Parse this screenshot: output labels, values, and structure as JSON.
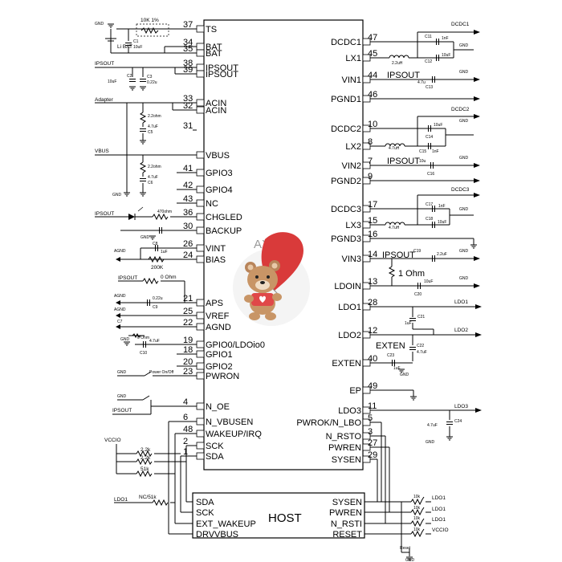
{
  "chip": {
    "name": "AXP192",
    "left_pins": [
      {
        "num": "37",
        "label": "TS"
      },
      {
        "num": "34",
        "label": "BAT"
      },
      {
        "num": "35",
        "label": "BAT"
      },
      {
        "num": "38",
        "label": "IPSOUT"
      },
      {
        "num": "39",
        "label": "IPSOUT"
      },
      {
        "num": "33",
        "label": "ACIN"
      },
      {
        "num": "32",
        "label": "ACIN"
      },
      {
        "num": "31",
        "label": ""
      },
      {
        "num": "",
        "label": "VBUS"
      },
      {
        "num": "41",
        "label": "GPIO3"
      },
      {
        "num": "42",
        "label": "GPIO4"
      },
      {
        "num": "43",
        "label": "NC"
      },
      {
        "num": "36",
        "label": "CHGLED"
      },
      {
        "num": "30",
        "label": "BACKUP"
      },
      {
        "num": "26",
        "label": "VINT"
      },
      {
        "num": "24",
        "label": "BIAS"
      },
      {
        "num": "21",
        "label": "APS"
      },
      {
        "num": "25",
        "label": "VREF"
      },
      {
        "num": "22",
        "label": "AGND"
      },
      {
        "num": "19",
        "label": "GPIO0/LDOio0"
      },
      {
        "num": "18",
        "label": "GPIO1"
      },
      {
        "num": "20",
        "label": "GPIO2"
      },
      {
        "num": "23",
        "label": "PWRON"
      },
      {
        "num": "4",
        "label": "N_OE"
      },
      {
        "num": "6",
        "label": "N_VBUSEN"
      },
      {
        "num": "48",
        "label": "WAKEUP/IRQ"
      },
      {
        "num": "2",
        "label": "SCK"
      },
      {
        "num": "1",
        "label": "SDA"
      }
    ],
    "right_pins": [
      {
        "num": "47",
        "label": "DCDC1"
      },
      {
        "num": "45",
        "label": "LX1"
      },
      {
        "num": "44",
        "label": "VIN1"
      },
      {
        "num": "46",
        "label": "PGND1"
      },
      {
        "num": "10",
        "label": "DCDC2"
      },
      {
        "num": "8",
        "label": "LX2"
      },
      {
        "num": "7",
        "label": "VIN2"
      },
      {
        "num": "9",
        "label": "PGND2"
      },
      {
        "num": "17",
        "label": "DCDC3"
      },
      {
        "num": "15",
        "label": "LX3"
      },
      {
        "num": "16",
        "label": "PGND3"
      },
      {
        "num": "14",
        "label": "VIN3"
      },
      {
        "num": "13",
        "label": "LDOIN"
      },
      {
        "num": "28",
        "label": "LDO1"
      },
      {
        "num": "12",
        "label": "LDO2"
      },
      {
        "num": "40",
        "label": "EXTEN"
      },
      {
        "num": "49",
        "label": "EP"
      },
      {
        "num": "11",
        "label": "LDO3"
      },
      {
        "num": "5",
        "label": "PWROK/N_LBO"
      },
      {
        "num": "3",
        "label": "N_RSTO"
      },
      {
        "num": "27",
        "label": "PWREN"
      },
      {
        "num": "29",
        "label": "SYSEN"
      }
    ]
  },
  "host": {
    "name": "HOST",
    "left_pins": [
      "SDA",
      "SCK",
      "EXT_WAKEUP",
      "DRVVBUS"
    ],
    "right_pins": [
      "SYSEN",
      "PWREN",
      "N_RSTI",
      "RESET"
    ]
  },
  "rails": {
    "dcdc1": "DCDC1",
    "dcdc2": "DCDC2",
    "dcdc3": "DCDC3",
    "ldo1": "LDO1",
    "ldo2": "LDO2",
    "ldo3": "LDO3",
    "ipsout": "IPSOUT",
    "adapter": "Adapter",
    "vbus": "VBUS",
    "vccio": "VCCIO",
    "gnd": "GND",
    "agnd": "AGND",
    "exten": "EXTEN"
  },
  "parts": {
    "ntc": "10K 1%",
    "battery": "Li BAT",
    "c1": "C1",
    "c1v": "10uF",
    "c2": "C2",
    "c3": "C3",
    "c3v": "0.22u",
    "c2v": "10uF",
    "r_2ohm_a": "2.2ohm",
    "c5v": "4.7uF",
    "c5": "C5",
    "r_2ohm_b": "2.2ohm",
    "c6v": "4.7uF",
    "c6": "C6",
    "r_led": "470ohm",
    "c7": "C7",
    "c8": "C8",
    "c8v": "1uF",
    "r200k": "200K",
    "r0ohm": "0 Ohm",
    "c9v": "0.22u",
    "c9": "C9",
    "c10": "C10",
    "c10v": "4.7uF",
    "r0ohm_b": "0 Ohm",
    "pwr_sw": "Power On/Off",
    "r22k_a": "2.2k",
    "r22k_b": "2.2k",
    "r51k": "51k",
    "r_nc": "NC/51k",
    "l1": "2.2uH",
    "c11": "C11",
    "c11v": "1nF",
    "c12": "C12",
    "c12v": "10uF",
    "c13": "C13",
    "c13v": "4.7u",
    "l2": "4.7uH",
    "c14": "C14",
    "c14v": "10uF",
    "c15": "C15",
    "c15v": "1nF",
    "c16": "C16",
    "c16v": "10u",
    "l3": "4.7uH",
    "c17": "C17",
    "c17v": "1nF",
    "c18": "C18",
    "c18v": "10uF",
    "c19": "C19",
    "c19v": "2.2uF",
    "r1ohm": "1 Ohm",
    "c20": "C20",
    "c20v": "10uF",
    "c21": "C21",
    "c21v": "1uF",
    "c22": "C22",
    "c22v": "4.7uF",
    "c23": "C23",
    "c23v": "1uF",
    "c24": "C24",
    "c24v": "4.7uF",
    "r10k": "10k",
    "reset_sw": "Reset"
  }
}
